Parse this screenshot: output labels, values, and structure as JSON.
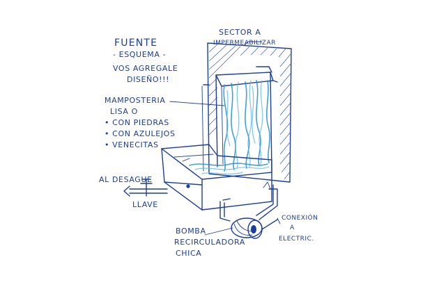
{
  "labels": {
    "title": "FUENTE",
    "subtitle": "- ESQUEMA -",
    "note_line1": "VOS AGREGALE",
    "note_line2": "DISEÑO!!!",
    "sector_line1": "SECTOR A",
    "sector_line2": "IMPERMEABILIZAR",
    "mamp_line1": "MAMPOSTERIA",
    "mamp_line2": "LISA O",
    "mamp_line3": "• CON PIEDRAS",
    "mamp_line4": "• CON AZULEJOS",
    "mamp_line5": "• VENECITAS",
    "desague": "AL DESAGUE",
    "llave": "LLAVE",
    "bomba_line1": "BOMBA",
    "bomba_line2": "RECIRCULADORA",
    "bomba_line3": "CHICA",
    "conexion_line1": "CONEXIÓN",
    "conexion_line2": "A",
    "conexion_line3": "ELECTRIC."
  },
  "colors": {
    "ink": "#1a3d9c",
    "water": "#1f8fd6"
  }
}
